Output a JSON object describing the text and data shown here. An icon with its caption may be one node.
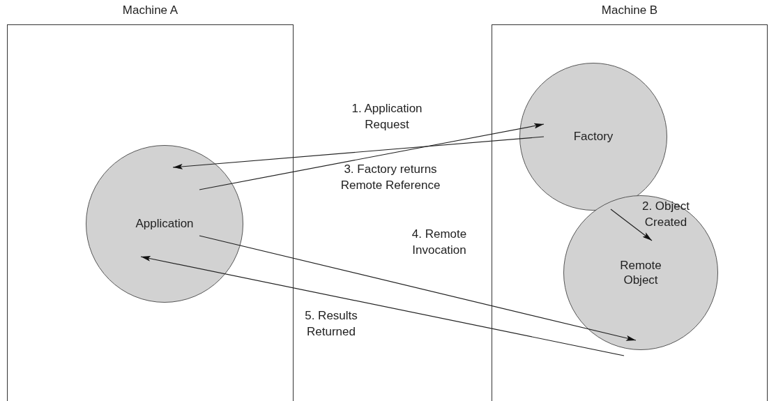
{
  "diagram": {
    "nodes": [
      {
        "text": [
          "Machine A"
        ]
      },
      {
        "text": [
          "Machine B"
        ]
      },
      {
        "text": [
          "Application"
        ],
        "in": 0
      },
      {
        "text": [
          "Factory"
        ],
        "in": 1
      },
      {
        "text": [
          "Remote Object"
        ],
        "in": 1
      }
    ],
    "edges": [
      {
        "from": 2,
        "to": 3,
        "arrow": "to",
        "label": "1. Application Request"
      },
      {
        "from": 3,
        "to": 2,
        "arrow": "to",
        "label": "3. Factory returns Remote Reference"
      },
      {
        "from": 3,
        "to": 4,
        "arrow": "to",
        "label": "2. Object Created"
      },
      {
        "from": 2,
        "to": 4,
        "arrow": "to",
        "label": "4. Remote Invocation"
      },
      {
        "from": 4,
        "to": 2,
        "arrow": "to",
        "label": "5. Results Returned"
      }
    ]
  }
}
